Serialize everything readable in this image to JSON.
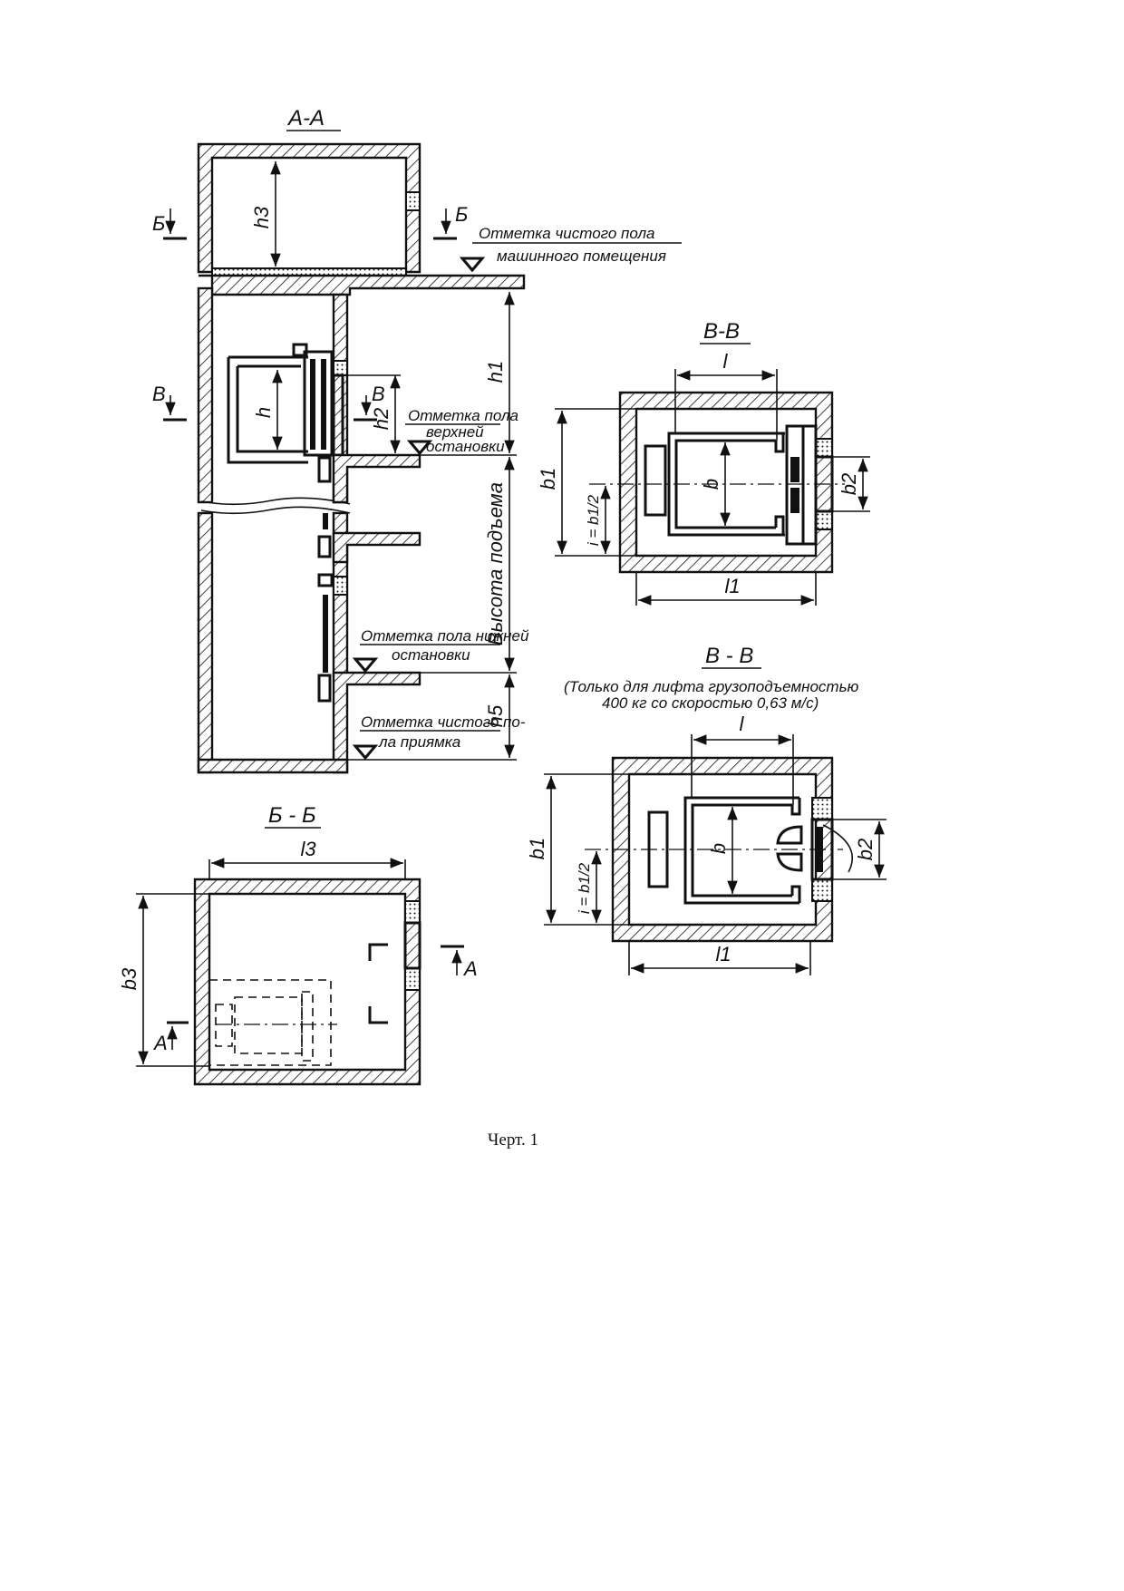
{
  "views": {
    "aa": {
      "title": "А-А"
    },
    "bb": {
      "title": "Б - Б"
    },
    "vv1": {
      "title": "В-В"
    },
    "vv2": {
      "title": "В - В",
      "note_line1": "(Только для лифта грузоподъемностью",
      "note_line2": "400 кг со скоростью 0,63 м/с)"
    }
  },
  "section_marks": {
    "b": "Б",
    "v": "В",
    "a": "А"
  },
  "dimensions": {
    "h": "h",
    "h1": "h1",
    "h2": "h2",
    "h3": "h3",
    "h5": "h5",
    "b": "b",
    "b1": "b1",
    "b2": "b2",
    "b3": "b3",
    "l": "l",
    "l1": "l1",
    "l3": "l3",
    "i": "i = b1/2",
    "lift_height": "Высота подъема"
  },
  "annotations": {
    "machine_floor_1": "Отметка чистого пола",
    "machine_floor_2": "машинного помещения",
    "top_floor_1": "Отметка пола",
    "top_floor_2": "верхней",
    "top_floor_3": "остановки",
    "bottom_floor_1": "Отметка пола нижней",
    "bottom_floor_2": "остановки",
    "pit_floor_1": "Отметка чистого по-",
    "pit_floor_2": "ла приямка"
  },
  "caption": "Черт. 1"
}
